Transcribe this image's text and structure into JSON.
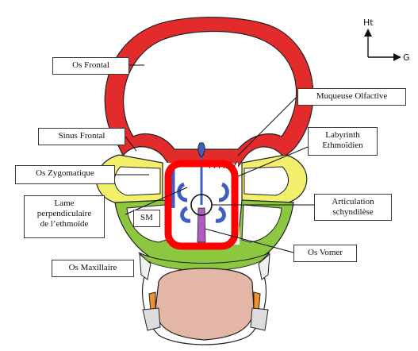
{
  "labels": {
    "os_frontal": "Os Frontal",
    "sinus_frontal": "Sinus Frontal",
    "os_zygomatique": "Os Zygomatique",
    "lame_l1": "Lame",
    "lame_l2": "perpendiculaire",
    "lame_l3": "de l’ethmoïde",
    "sm": "SM",
    "os_maxillaire": "Os Maxillaire",
    "muqueuse_olfactive": "Muqueuse Olfactive",
    "labyrinth_l1": "Labyrinth",
    "labyrinth_l2": "Ethmoïdien",
    "articulation_l1": "Articulation",
    "articulation_l2": "schyndilèse",
    "os_vomer": "Os Vomer"
  },
  "axes": {
    "vertical": "Ht",
    "horizontal": "G"
  },
  "colors": {
    "frontal": "#e32b2b",
    "zygomatic": "#f2ef6a",
    "maxilla": "#8dc63f",
    "ethmoid": "#3f5fc0",
    "vomer": "#b05bc2",
    "jaw": "#e3b6a6",
    "orange": "#f0922b",
    "highlight": "#ff0000"
  }
}
